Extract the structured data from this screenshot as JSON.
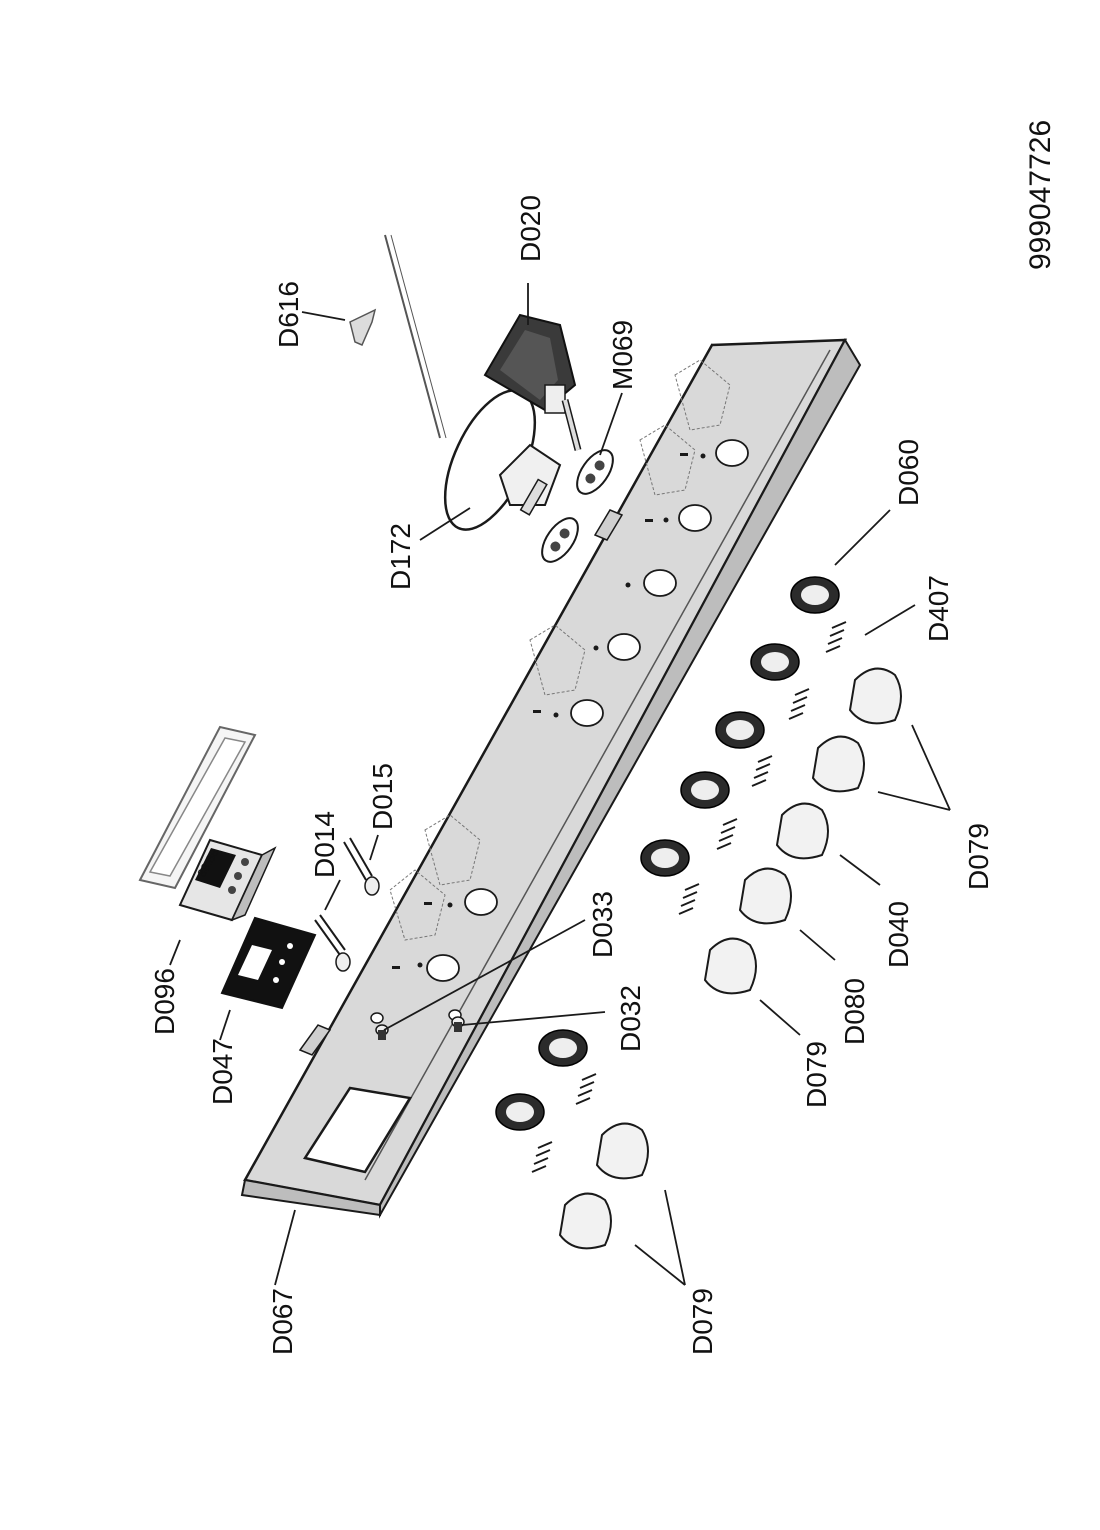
{
  "document_number": "999047726",
  "callouts": {
    "d067": "D067",
    "d079_left": "D079",
    "d047": "D047",
    "d096": "D096",
    "d014": "D014",
    "d015": "D015",
    "d033": "D033",
    "d032": "D032",
    "d079_mid": "D079",
    "d080": "D080",
    "d040": "D040",
    "d079_right": "D079",
    "d407": "D407",
    "d060": "D060",
    "d172": "D172",
    "m069": "M069",
    "d616": "D616",
    "d020": "D020"
  },
  "colors": {
    "panel_fill": "#d9d9d9",
    "panel_shadow": "#bdbdbd",
    "outline": "#1a1a1a",
    "knob_fill": "#f2f2f2",
    "bezel_fill": "#2b2b2b",
    "display_fill": "#111111"
  }
}
